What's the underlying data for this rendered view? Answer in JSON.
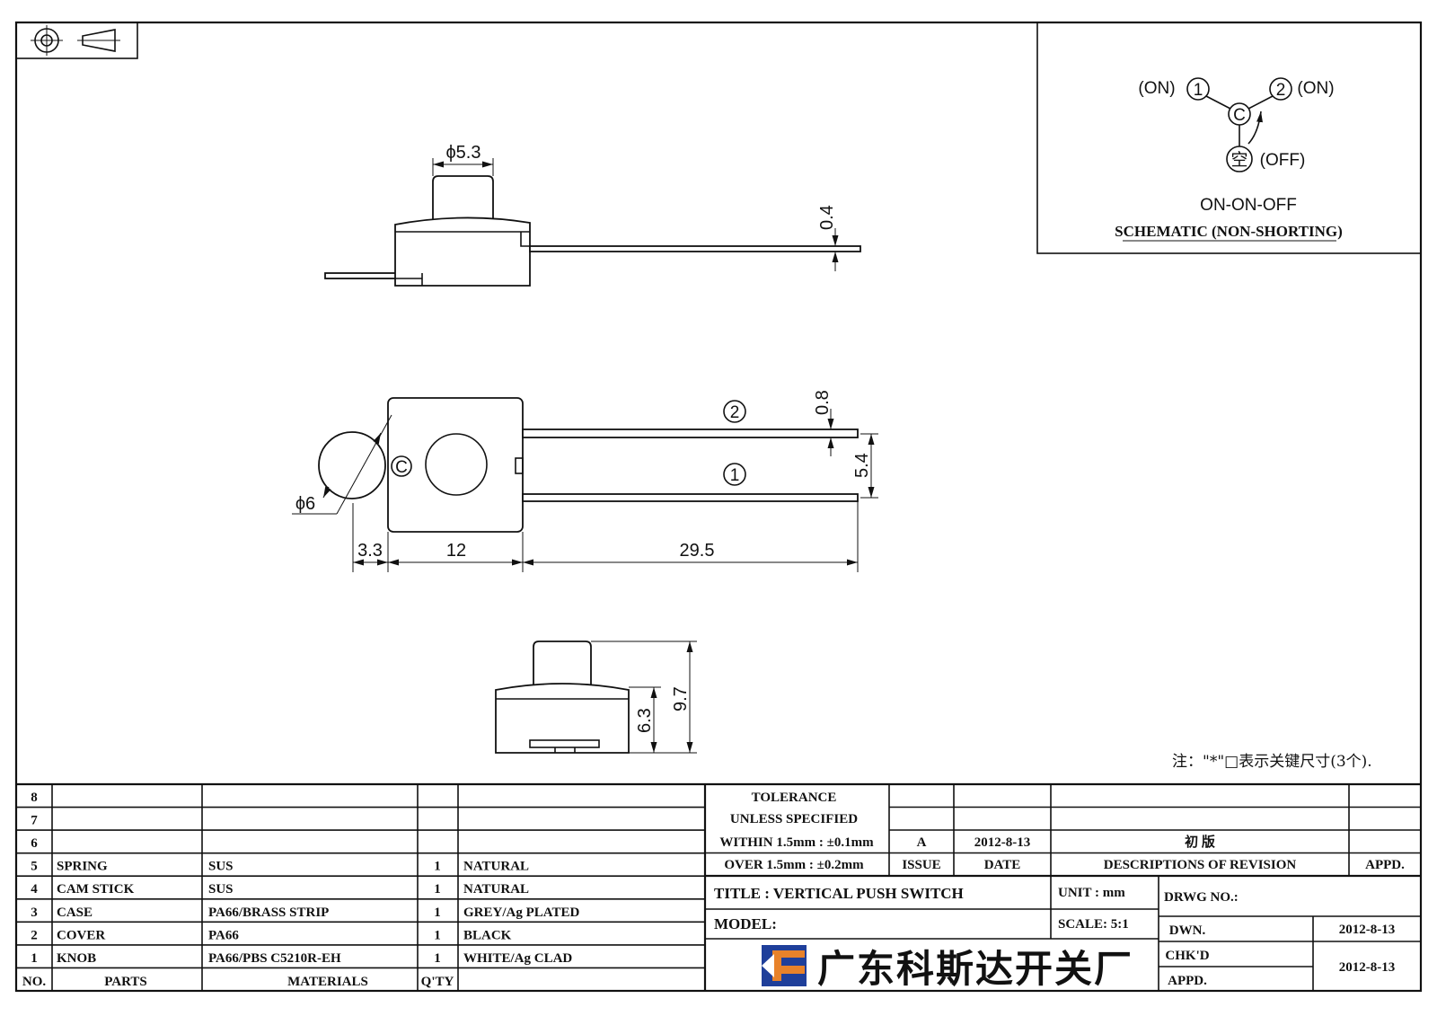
{
  "views": {
    "side": {
      "knob_dia": "ϕ5.3",
      "lead_thick": "0.4"
    },
    "top": {
      "cam_dia": "ϕ6",
      "lead_width": "0.8",
      "lead_pitch": "5.4",
      "dim_a": "3.3",
      "dim_b": "12",
      "dim_c": "29.5",
      "pin2": "2",
      "pin1": "1",
      "common": "C"
    },
    "front": {
      "height_total": "9.7",
      "height_body": "6.3"
    }
  },
  "schematic": {
    "pin1_state": "(ON)",
    "pin1": "1",
    "pin2": "2",
    "pin2_state": "(ON)",
    "common": "C",
    "off_pin": "空",
    "off_state": "(OFF)",
    "mode": "ON-ON-OFF",
    "caption": "SCHEMATIC (NON-SHORTING)"
  },
  "note": "注：\"*\"□表示关键尺寸(3个).",
  "parts": {
    "headers": {
      "no": "NO.",
      "parts": "PARTS",
      "materials": "MATERIALS",
      "qty": "Q'TY"
    },
    "rows": [
      {
        "no": "8",
        "part": "",
        "material": "",
        "qty": "",
        "finish": ""
      },
      {
        "no": "7",
        "part": "",
        "material": "",
        "qty": "",
        "finish": ""
      },
      {
        "no": "6",
        "part": "",
        "material": "",
        "qty": "",
        "finish": ""
      },
      {
        "no": "5",
        "part": "SPRING",
        "material": "SUS",
        "qty": "1",
        "finish": "NATURAL"
      },
      {
        "no": "4",
        "part": "CAM STICK",
        "material": "SUS",
        "qty": "1",
        "finish": "NATURAL"
      },
      {
        "no": "3",
        "part": "CASE",
        "material": "PA66/BRASS STRIP",
        "qty": "1",
        "finish": "GREY/Ag PLATED"
      },
      {
        "no": "2",
        "part": "COVER",
        "material": "PA66",
        "qty": "1",
        "finish": "BLACK"
      },
      {
        "no": "1",
        "part": "KNOB",
        "material": "PA66/PBS C5210R-EH",
        "qty": "1",
        "finish": "WHITE/Ag CLAD"
      }
    ]
  },
  "title_block": {
    "tolerance": [
      "TOLERANCE",
      "UNLESS SPECIFIED",
      "WITHIN 1.5mm : ±0.1mm",
      "OVER 1.5mm : ±0.2mm"
    ],
    "revision": {
      "issue": "A",
      "date": "2012-8-13",
      "desc": "初 版"
    },
    "rev_headers": {
      "issue": "ISSUE",
      "date": "DATE",
      "desc": "DESCRIPTIONS OF REVISION",
      "appd": "APPD."
    },
    "title": "TITLE : VERTICAL PUSH SWITCH",
    "unit": "UNIT : mm",
    "drwg_no": "DRWG NO.:",
    "model": "MODEL:",
    "scale": "SCALE: 5:1",
    "dwn": "DWN.",
    "dwn_date": "2012-8-13",
    "chkd": "CHK'D",
    "appd": "APPD.",
    "chk_date": "2012-8-13",
    "company": "广东科斯达开关厂",
    "logo_colors": {
      "blue": "#1f3f9a",
      "orange": "#e8822a"
    }
  }
}
